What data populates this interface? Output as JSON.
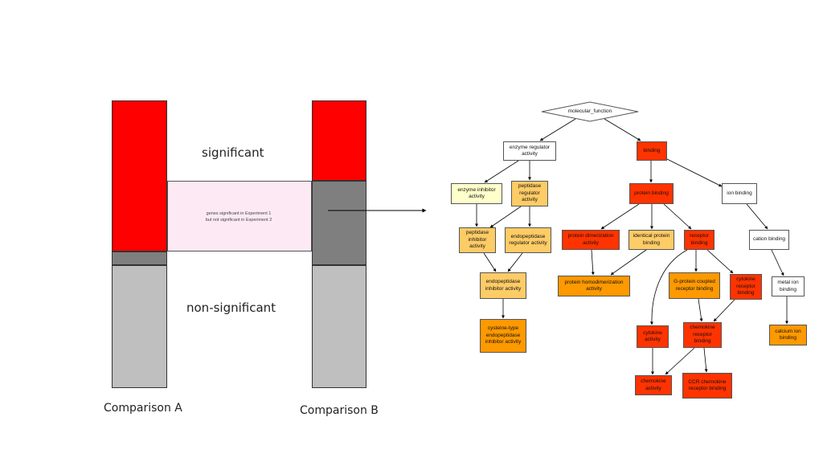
{
  "left_panel": {
    "band_significant": "significant",
    "band_non_significant": "non-significant",
    "bridge_note_line1": "genes significant in Experiment 1",
    "bridge_note_line2": "but not significant in Experiment 2",
    "comparison_a": "Comparison A",
    "comparison_b": "Comparison B"
  },
  "go_graph": {
    "nodes": {
      "root": "molecular_function",
      "enzyme_regulator": "enzyme regulator activity",
      "binding": "binding",
      "enzyme_inhibitor": "enzyme inhibitor activity",
      "peptidase_regulator": "peptidase regulator activity",
      "protein_binding": "protein binding",
      "ion_binding": "ion binding",
      "peptidase_inhibitor": "peptidase inhibitor activity",
      "endopeptidase_regulator": "endopeptidase regulator activity",
      "protein_dimerization": "protein dimerization activity",
      "identical_protein": "identical protein binding",
      "receptor_binding": "receptor binding",
      "cation_binding": "cation binding",
      "endopeptidase_inhibitor": "endopeptidase inhibitor activity",
      "protein_homodimerization": "protein homodimerization activity",
      "gpcr_binding": "G-protein coupled receptor binding",
      "cytokine_receptor": "cytokine receptor binding",
      "metal_ion": "metal ion binding",
      "cysteine_endopeptidase": "cysteine-type endopeptidase inhibitor activity",
      "cytokine_activity": "cytokine activity",
      "chemokine_receptor": "chemokine receptor binding",
      "calcium_ion": "calcium ion binding",
      "chemokine_activity": "chemokine activity",
      "ccr_chemokine": "CCR chemokine receptor binding"
    }
  },
  "colors": {
    "significant_red": "#ff0000",
    "overlap_grey": "#7f7f7f",
    "non_significant_grey": "#bfbfbf",
    "bridge_pink": "#fde9f4",
    "node_white": "#ffffff",
    "node_pale_yellow": "#ffffcc",
    "node_light_orange": "#fecc66",
    "node_orange": "#fe9900",
    "node_dark_orange": "#fe6600",
    "node_red": "#ff3300"
  }
}
